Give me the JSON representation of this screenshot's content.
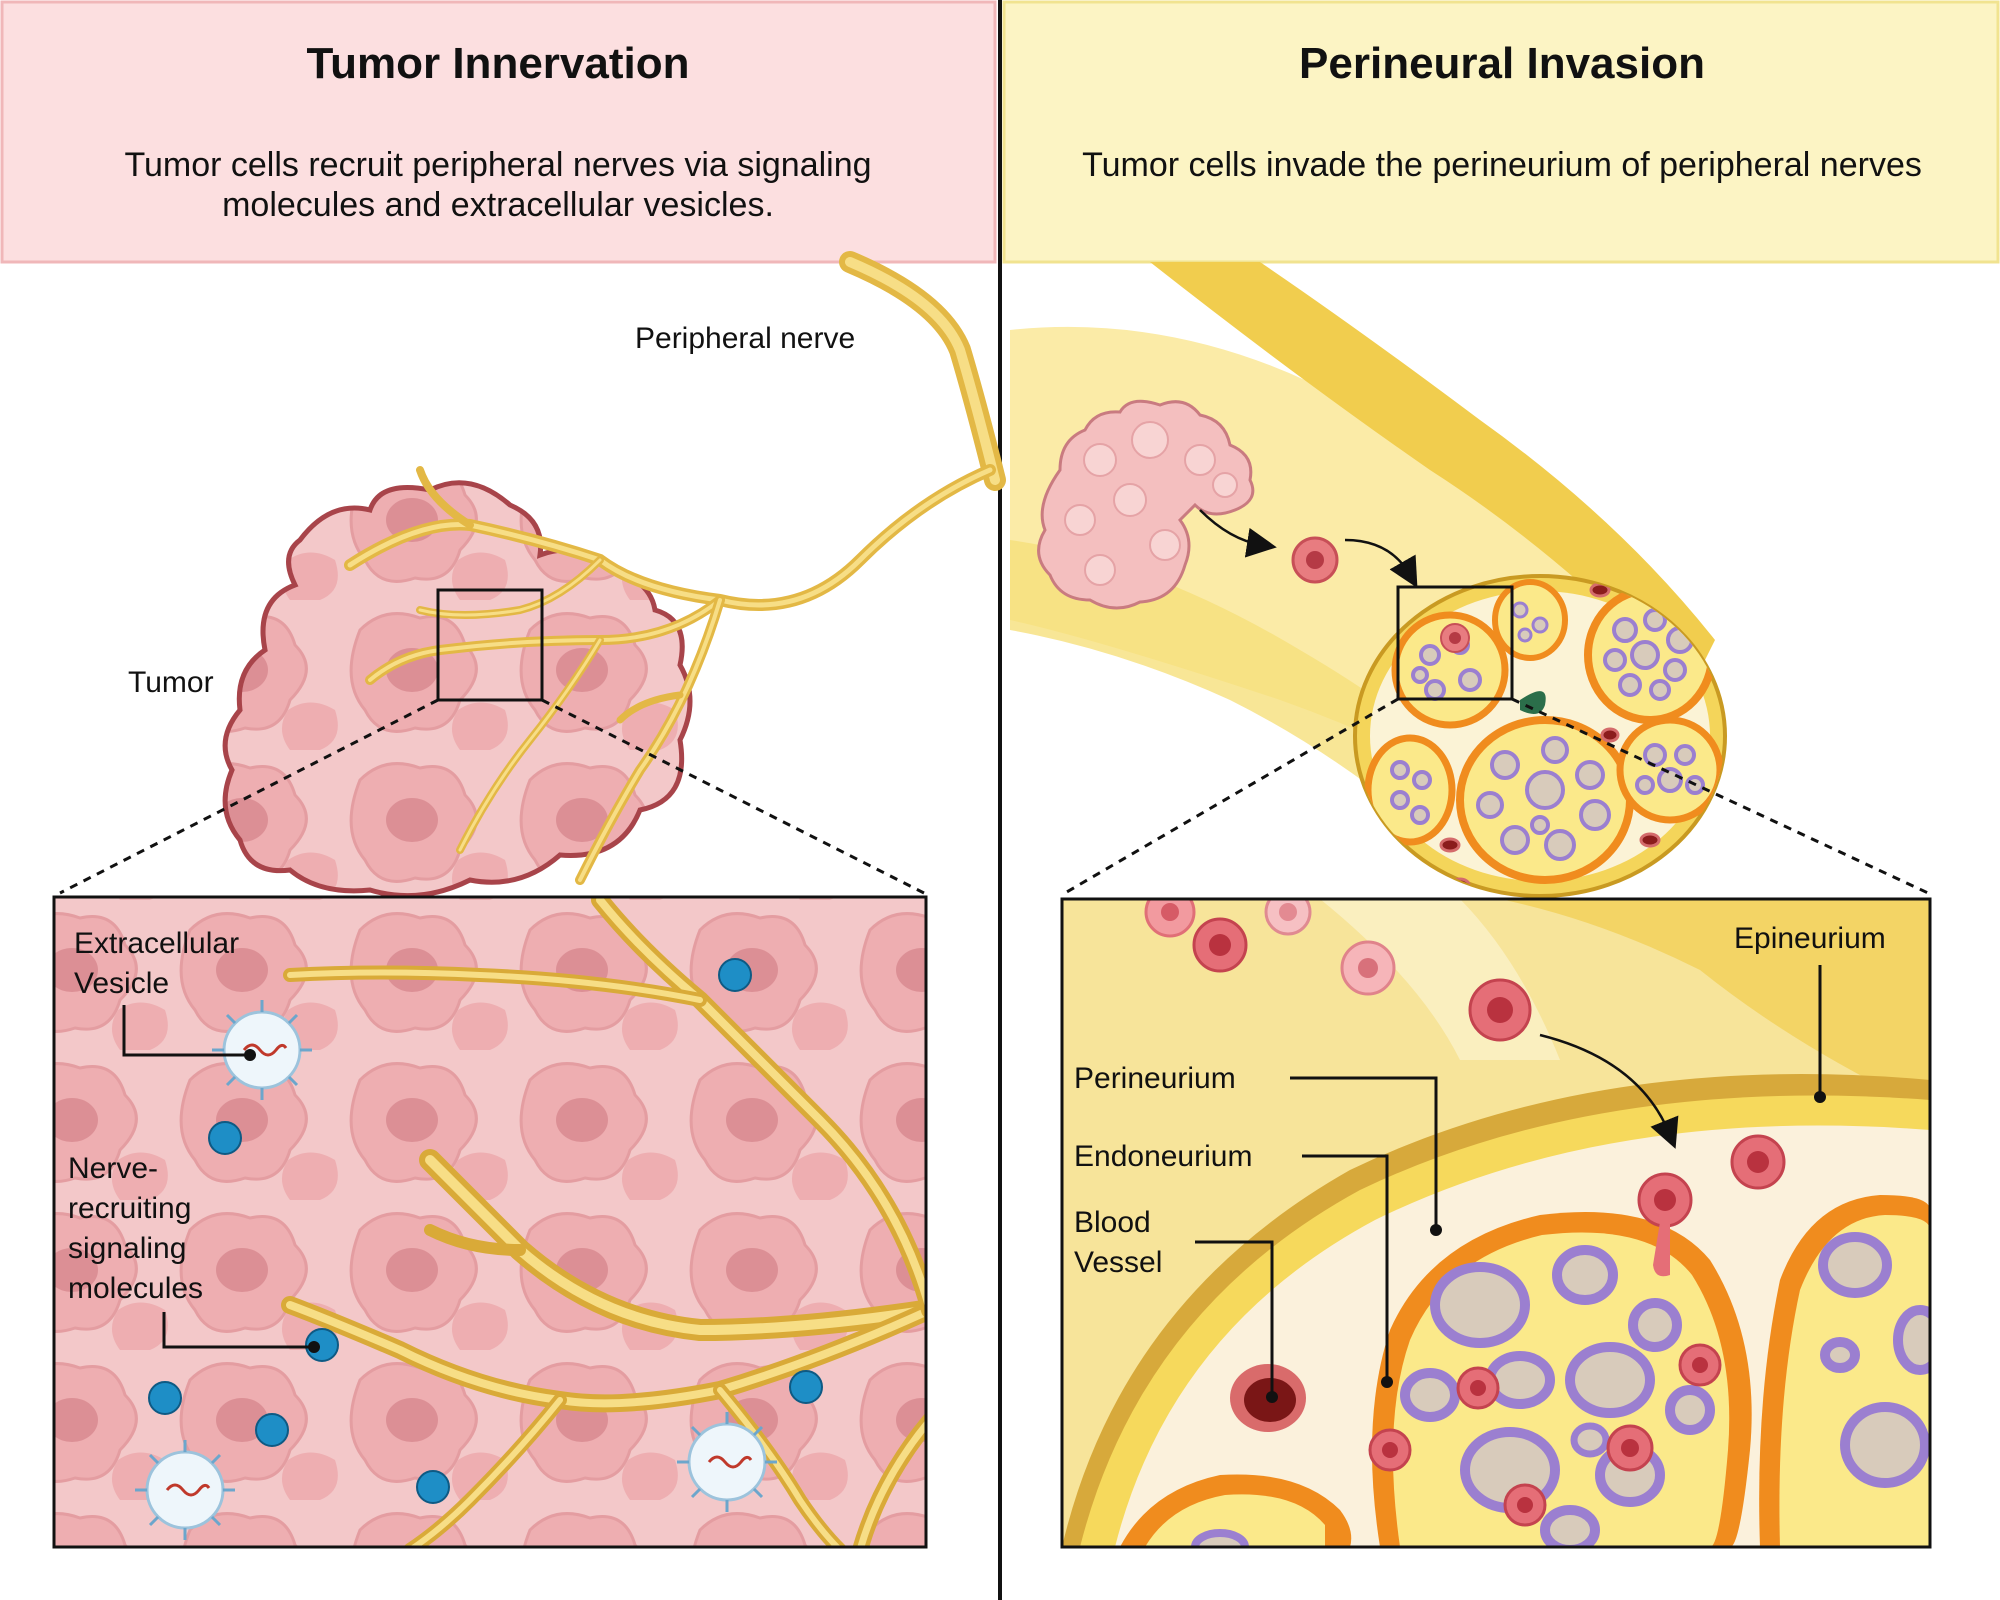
{
  "left_panel": {
    "title": "Tumor Innervation",
    "subtitle_line1": "Tumor cells recruit peripheral nerves via signaling",
    "subtitle_line2": "molecules and extracellular vesicles.",
    "header_color": "#fcdfe0",
    "labels": {
      "peripheral_nerve": "Peripheral nerve",
      "tumor": "Tumor",
      "extracellular_vesicle_1": "Extracellular",
      "extracellular_vesicle_2": "Vesicle",
      "nerve_recruiting_1": "Nerve-",
      "nerve_recruiting_2": "recruiting",
      "nerve_recruiting_3": "signaling",
      "nerve_recruiting_4": "molecules"
    }
  },
  "right_panel": {
    "title": "Perineural Invasion",
    "subtitle": "Tumor cells invade the perineurium of peripheral nerves",
    "header_color": "#fcf4c4",
    "labels": {
      "epineurium": "Epineurium",
      "perineurium": "Perineurium",
      "endoneurium": "Endoneurium",
      "blood_vessel_1": "Blood",
      "blood_vessel_2": "Vessel"
    }
  },
  "colors": {
    "nerve": "#e9c24f",
    "tumor": "#f4b6b2",
    "tumor_edge": "#a8444a",
    "vesicle_blue": "#1e8ec6",
    "perineurium_orange": "#f08c1e",
    "fascicle_yellow": "#fbe98a",
    "axon_purple": "#9b7fd0",
    "blood_red": "#7a1616"
  }
}
